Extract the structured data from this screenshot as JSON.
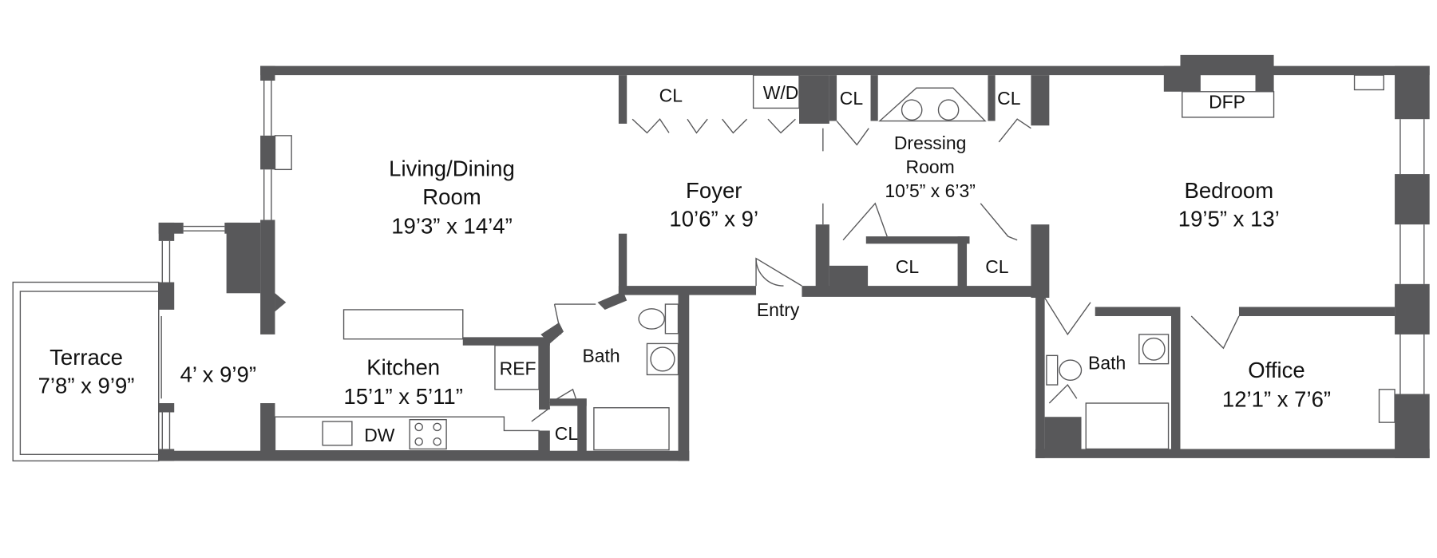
{
  "rooms": {
    "living": {
      "name_1": "Living/Dining",
      "name_2": "Room",
      "dims": "19’3” x 14’4”"
    },
    "foyer": {
      "name": "Foyer",
      "dims": "10’6” x 9’"
    },
    "dressing": {
      "name_1": "Dressing",
      "name_2": "Room",
      "dims": "10’5” x 6’3”"
    },
    "bedroom": {
      "name": "Bedroom",
      "dims": "19’5” x 13’"
    },
    "kitchen": {
      "name": "Kitchen",
      "dims": "15’1” x 5’11”"
    },
    "gallery": {
      "dims": "4’ x 9’9”"
    },
    "terrace": {
      "name": "Terrace",
      "dims": "7’8” x 9’9”"
    },
    "bath1": {
      "name": "Bath"
    },
    "bath2": {
      "name": "Bath"
    },
    "office": {
      "name": "Office",
      "dims": "12’1” x 7’6”"
    }
  },
  "labels": {
    "entry": "Entry",
    "closet": "CL",
    "washer_dryer": "W/D",
    "fireplace": "DFP",
    "refrigerator": "REF",
    "dishwasher": "DW"
  },
  "colors": {
    "wall": "#58585a"
  }
}
